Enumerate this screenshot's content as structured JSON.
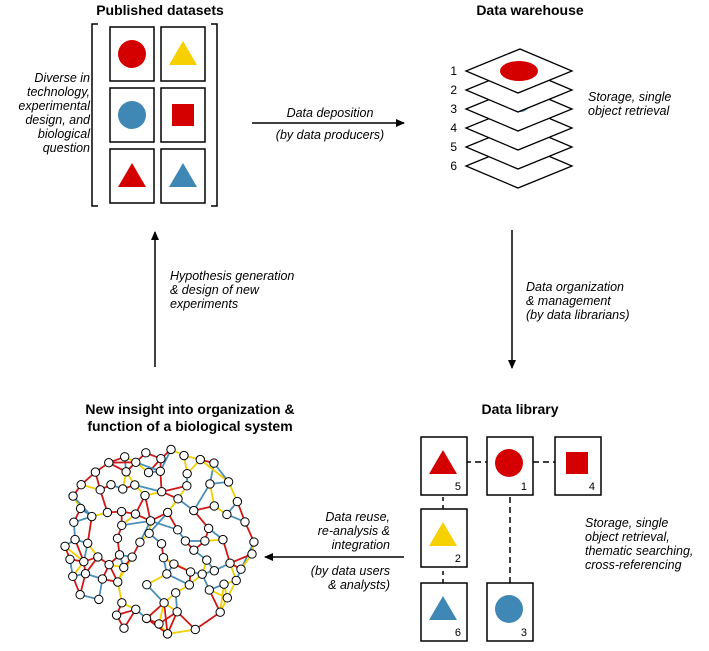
{
  "titles": {
    "published": "Published datasets",
    "warehouse": "Data warehouse",
    "insight_line1": "New insight into organization &",
    "insight_line2": "function of a biological system",
    "library": "Data library"
  },
  "notes": {
    "diverse": [
      "Diverse in",
      "technology,",
      "experimental",
      "design, and",
      "biological",
      "question"
    ],
    "deposition": "Data deposition",
    "deposition_by": "(by data producers)",
    "storage_single": [
      "Storage, single",
      "object retrieval"
    ],
    "organization": [
      "Data organization",
      "& management",
      "(by data librarians)"
    ],
    "hypothesis": [
      "Hypothesis generation",
      "& design of new",
      "experiments"
    ],
    "reuse": [
      "Data reuse,",
      "re-analysis &",
      "integration"
    ],
    "reuse_by": [
      "(by data users",
      "& analysts)"
    ],
    "storage_library": [
      "Storage, single",
      "object retrieval,",
      "thematic searching,",
      "cross-referencing"
    ]
  },
  "warehouse_layers": [
    "1",
    "2",
    "3",
    "4",
    "5",
    "6"
  ],
  "library_cards": [
    {
      "shape": "triangle",
      "color": "red",
      "number": "5"
    },
    {
      "shape": "circle",
      "color": "red",
      "number": "1"
    },
    {
      "shape": "square",
      "color": "red",
      "number": "4"
    },
    {
      "shape": "triangle",
      "color": "yellow",
      "number": "2"
    },
    {
      "shape": "triangle",
      "color": "blue",
      "number": "6"
    },
    {
      "shape": "circle",
      "color": "blue",
      "number": "3"
    }
  ],
  "published_cards": [
    {
      "shape": "circle",
      "color": "red"
    },
    {
      "shape": "triangle",
      "color": "yellow"
    },
    {
      "shape": "circle",
      "color": "blue"
    },
    {
      "shape": "square",
      "color": "red"
    },
    {
      "shape": "triangle",
      "color": "red"
    },
    {
      "shape": "triangle",
      "color": "blue"
    }
  ],
  "colors": {
    "red": "#d40000",
    "yellow": "#f7d000",
    "blue": "#3f88b5",
    "network_red": "#d01818",
    "network_yellow": "#f0d000",
    "network_blue": "#4a8fb8"
  }
}
